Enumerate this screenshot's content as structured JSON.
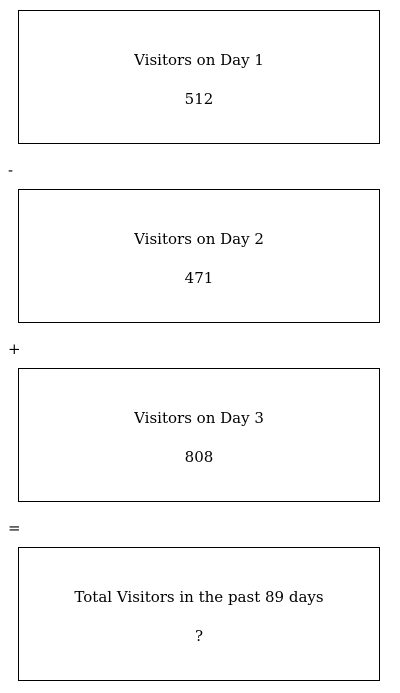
{
  "cards": [
    {
      "label": "Visitors on Day 1",
      "value": "512"
    },
    {
      "label": "Visitors on Day 2",
      "value": "471"
    },
    {
      "label": "Visitors on Day 3",
      "value": "808"
    },
    {
      "label": "Total Visitors in the past 89 days",
      "value": "?"
    }
  ],
  "operators": [
    "-",
    "+",
    "="
  ]
}
